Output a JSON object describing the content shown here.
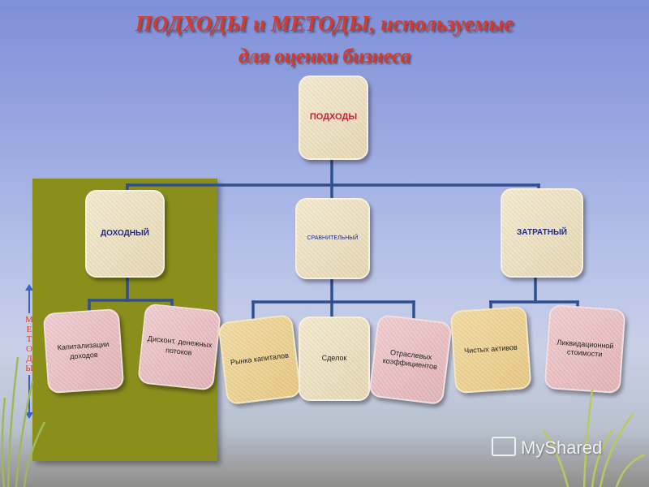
{
  "title": {
    "line1": "ПОДХОДЫ и МЕТОДЫ, используемые",
    "line2": "для оценки бизнеса"
  },
  "root": {
    "label": "ПОДХОДЫ"
  },
  "approaches": [
    {
      "label": "ДОХОДНЫЙ"
    },
    {
      "label": "СРАВНИТЕЛЬНЫЙ"
    },
    {
      "label": "ЗАТРАТНЫЙ"
    }
  ],
  "methods": [
    {
      "label": "Капитализации доходов"
    },
    {
      "label": "Дисконт. денежных потоков"
    },
    {
      "label": "Рынка капиталов"
    },
    {
      "label": "Сделок"
    },
    {
      "label": "Отраслевых коэффициентов"
    },
    {
      "label": "Чистых активов"
    },
    {
      "label": "Ликвидационной стоимости"
    }
  ],
  "side_label": "МЕТОДЫ",
  "side_label_letters": [
    "М",
    "Е",
    "Т",
    "О",
    "Д",
    "Ы"
  ],
  "watermark": "MyShared",
  "colors": {
    "title": "#d63a2a",
    "connector": "#2f4f8f",
    "panel": "#8a8f1c",
    "approach_text": "#1f2b8a",
    "root_text": "#c0223a"
  }
}
